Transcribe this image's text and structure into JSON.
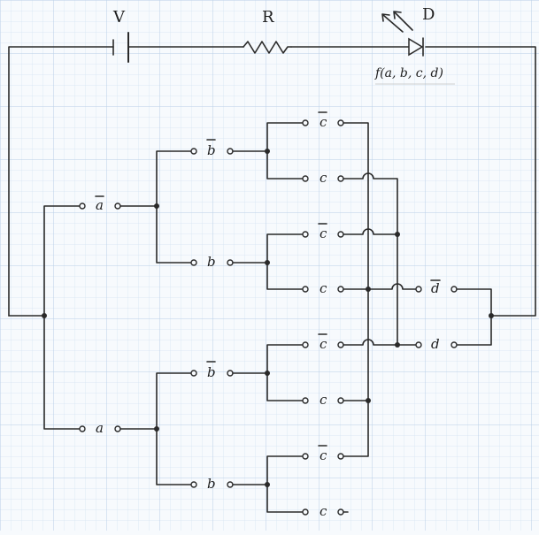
{
  "source": {
    "label": "V"
  },
  "resistor": {
    "label": "R"
  },
  "diode": {
    "label": "D",
    "output_label": "f(a, b, c, d)"
  },
  "variables": {
    "a": "a",
    "a_bar": "a",
    "b": "b",
    "b_bar": "b",
    "c": "c",
    "c_bar": "c",
    "d": "d",
    "d_bar": "d"
  },
  "colors": {
    "grid": "#c7d9ee",
    "background": "#f7fafd",
    "wire": "#2a2a2a"
  }
}
